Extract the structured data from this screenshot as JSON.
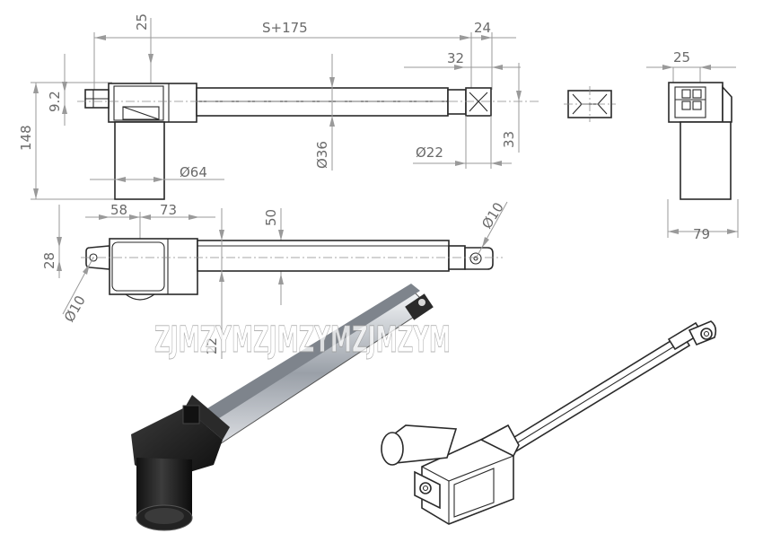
{
  "dimensions": {
    "d25_top": "25",
    "stroke_length": "S+175",
    "d24": "24",
    "d32": "32",
    "d9_2": "9.2",
    "d148": "148",
    "d36": "Ø36",
    "d22_dia": "Ø22",
    "d33": "33",
    "d64": "Ø64",
    "d25_side": "25",
    "d79": "79",
    "d58": "58",
    "d73": "73",
    "d50": "50",
    "d10_right": "Ø10",
    "d28": "28",
    "d10_left": "Ø10",
    "d22_bottom": "22"
  },
  "watermark": "ZJMZYMZJMZYMZJMZYM",
  "colors": {
    "line": "#2a2a2a",
    "dimension": "#9a9a9a",
    "render_black": "#1c1c1c",
    "render_silver": "#c8ccd2"
  }
}
